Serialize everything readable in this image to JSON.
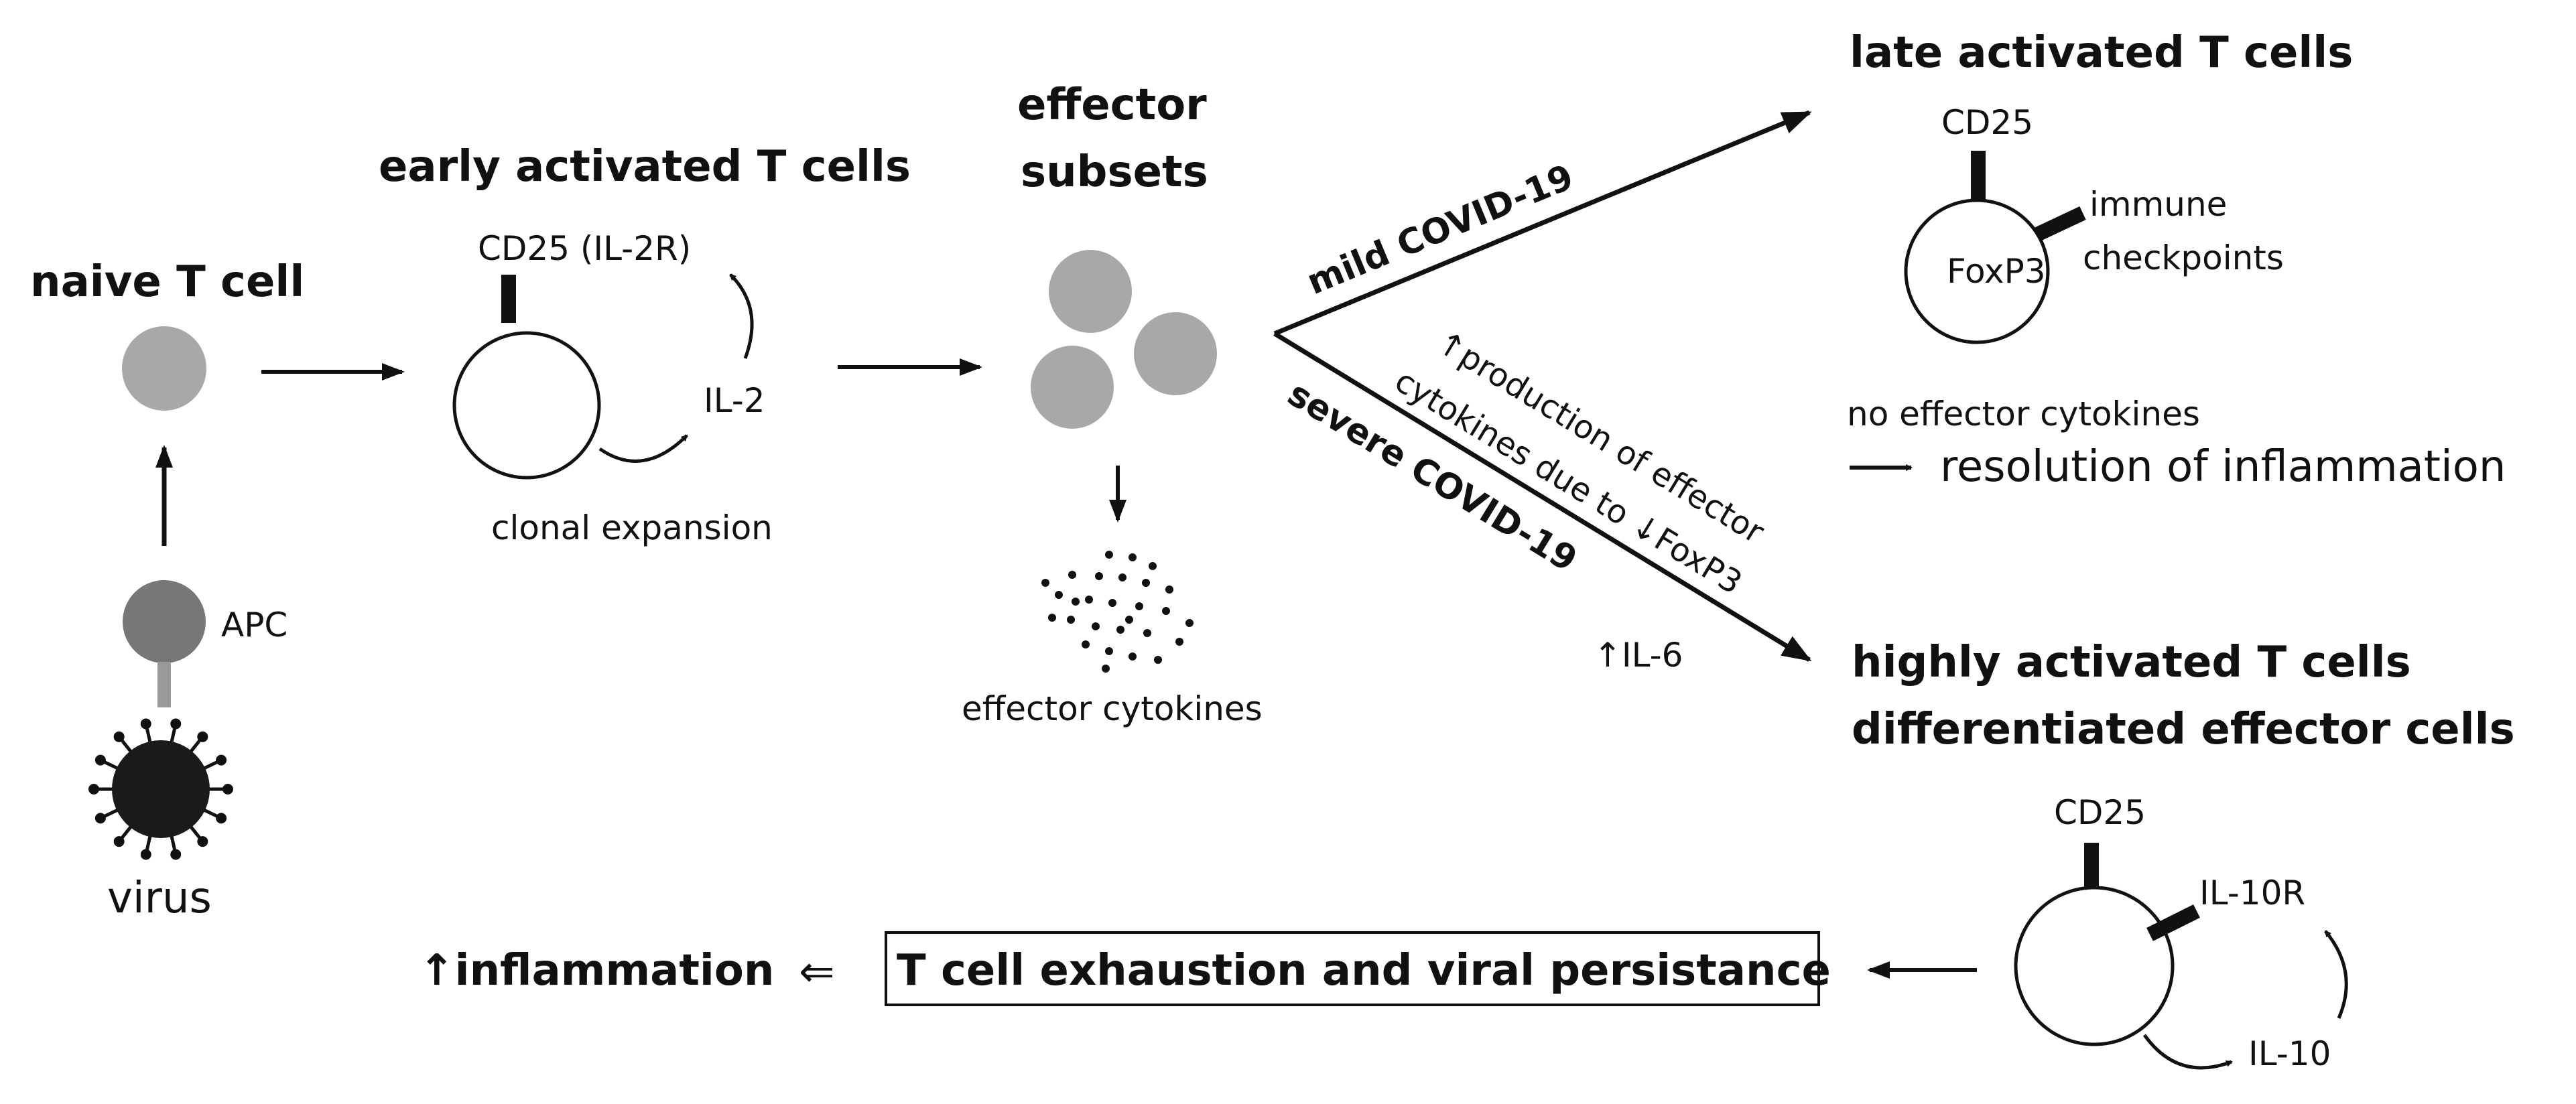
{
  "colors": {
    "ink": "#111111",
    "cell_gray": "#a8a8a8",
    "apc_gray": "#777777",
    "virus": "#1a1a1a"
  },
  "naive": {
    "title": "naive T cell",
    "apc_label": "APC",
    "virus_label": "virus"
  },
  "early": {
    "title": "early activated T cells",
    "cd25": "CD25 (IL-2R)",
    "il2": "IL-2",
    "expansion": "clonal expansion"
  },
  "effector": {
    "title_1": "effector",
    "title_2": "subsets",
    "cytokines": "effector cytokines"
  },
  "branches": {
    "mild": "mild COVID-19",
    "severe": "severe COVID-19",
    "production_1": "↑production of effector",
    "production_2": "cytokines due to ↓FoxP3",
    "il6": "↑IL-6"
  },
  "late": {
    "title": "late activated T cells",
    "cd25": "CD25",
    "foxp3": "FoxP3",
    "checkpoints_1": "immune",
    "checkpoints_2": "checkpoints",
    "no_cytokines": "no effector cytokines",
    "resolution": "resolution of inflammation"
  },
  "high": {
    "title_1": "highly activated T cells",
    "title_2": "differentiated effector cells",
    "cd25": "CD25",
    "il10r": "IL-10R",
    "il10": "IL-10"
  },
  "outcome": {
    "inflammation": "↑inflammation",
    "implies": "⇐",
    "exhaustion": "T cell exhaustion and viral persistance"
  }
}
